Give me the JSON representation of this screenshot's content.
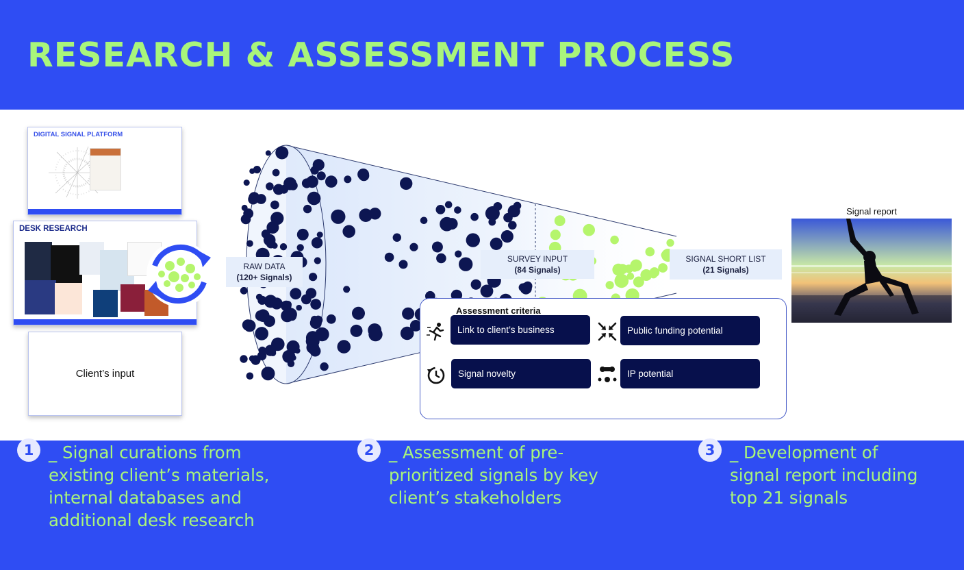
{
  "title": "RESEARCH & ASSESSMENT PROCESS",
  "inputs": {
    "digital_signal_platform": "DIGITAL SIGNAL PLATFORM",
    "desk_research": "DESK RESEARCH",
    "clients_input": "Client’s input"
  },
  "funnel": {
    "raw_data": {
      "label": "RAW DATA",
      "count": "(120+ Signals)"
    },
    "survey_input": {
      "label": "SURVEY INPUT",
      "count": "(84 Signals)"
    },
    "short_list": {
      "label": "SIGNAL SHORT LIST",
      "count": "(21 Signals)"
    }
  },
  "criteria": {
    "title": "Assessment criteria",
    "items": [
      {
        "label": "Link to client’s business",
        "icon": "running-person-icon"
      },
      {
        "label": "Public funding potential",
        "icon": "arrows-inward-icon"
      },
      {
        "label": "Signal novelty",
        "icon": "clock-refresh-icon"
      },
      {
        "label": "IP potential",
        "icon": "people-network-icon"
      }
    ]
  },
  "report": {
    "label": "Signal report"
  },
  "steps": [
    {
      "number": "1",
      "text": "_ Signal curations from\nexisting client’s materials,\ninternal databases and\nadditional desk research"
    },
    {
      "number": "2",
      "text": "_ Assessment of pre-\nprioritized signals by key\nclient’s stakeholders"
    },
    {
      "number": "3",
      "text": "_ Development of\nsignal report including\ntop 21 signals"
    }
  ],
  "colors": {
    "brand_blue": "#2f4df3",
    "accent_green": "#a9f57b",
    "navy": "#07104c",
    "dot_navy": "#0d1652",
    "dot_green": "#b5f56c"
  }
}
